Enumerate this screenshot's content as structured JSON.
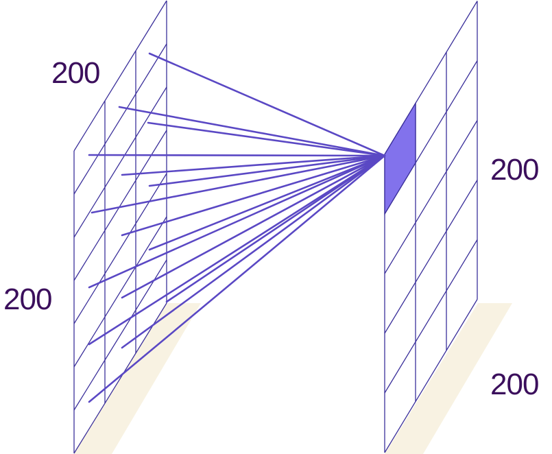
{
  "colors": {
    "grid_line": "#3a2f9a",
    "connection_line": "#5a48c4",
    "highlight_cell": "#8272ec",
    "shadow": "#f8f2e2",
    "label": "#3b0f5c"
  },
  "left_grid": {
    "rows": 7,
    "cols": 3,
    "labels": {
      "top": "200",
      "side": "200"
    }
  },
  "right_grid": {
    "rows": 5,
    "cols": 3,
    "highlight_cell": {
      "row": 0,
      "col": 0
    },
    "labels": {
      "side": "200",
      "bottom": "200"
    }
  },
  "connections": {
    "count": 15
  }
}
